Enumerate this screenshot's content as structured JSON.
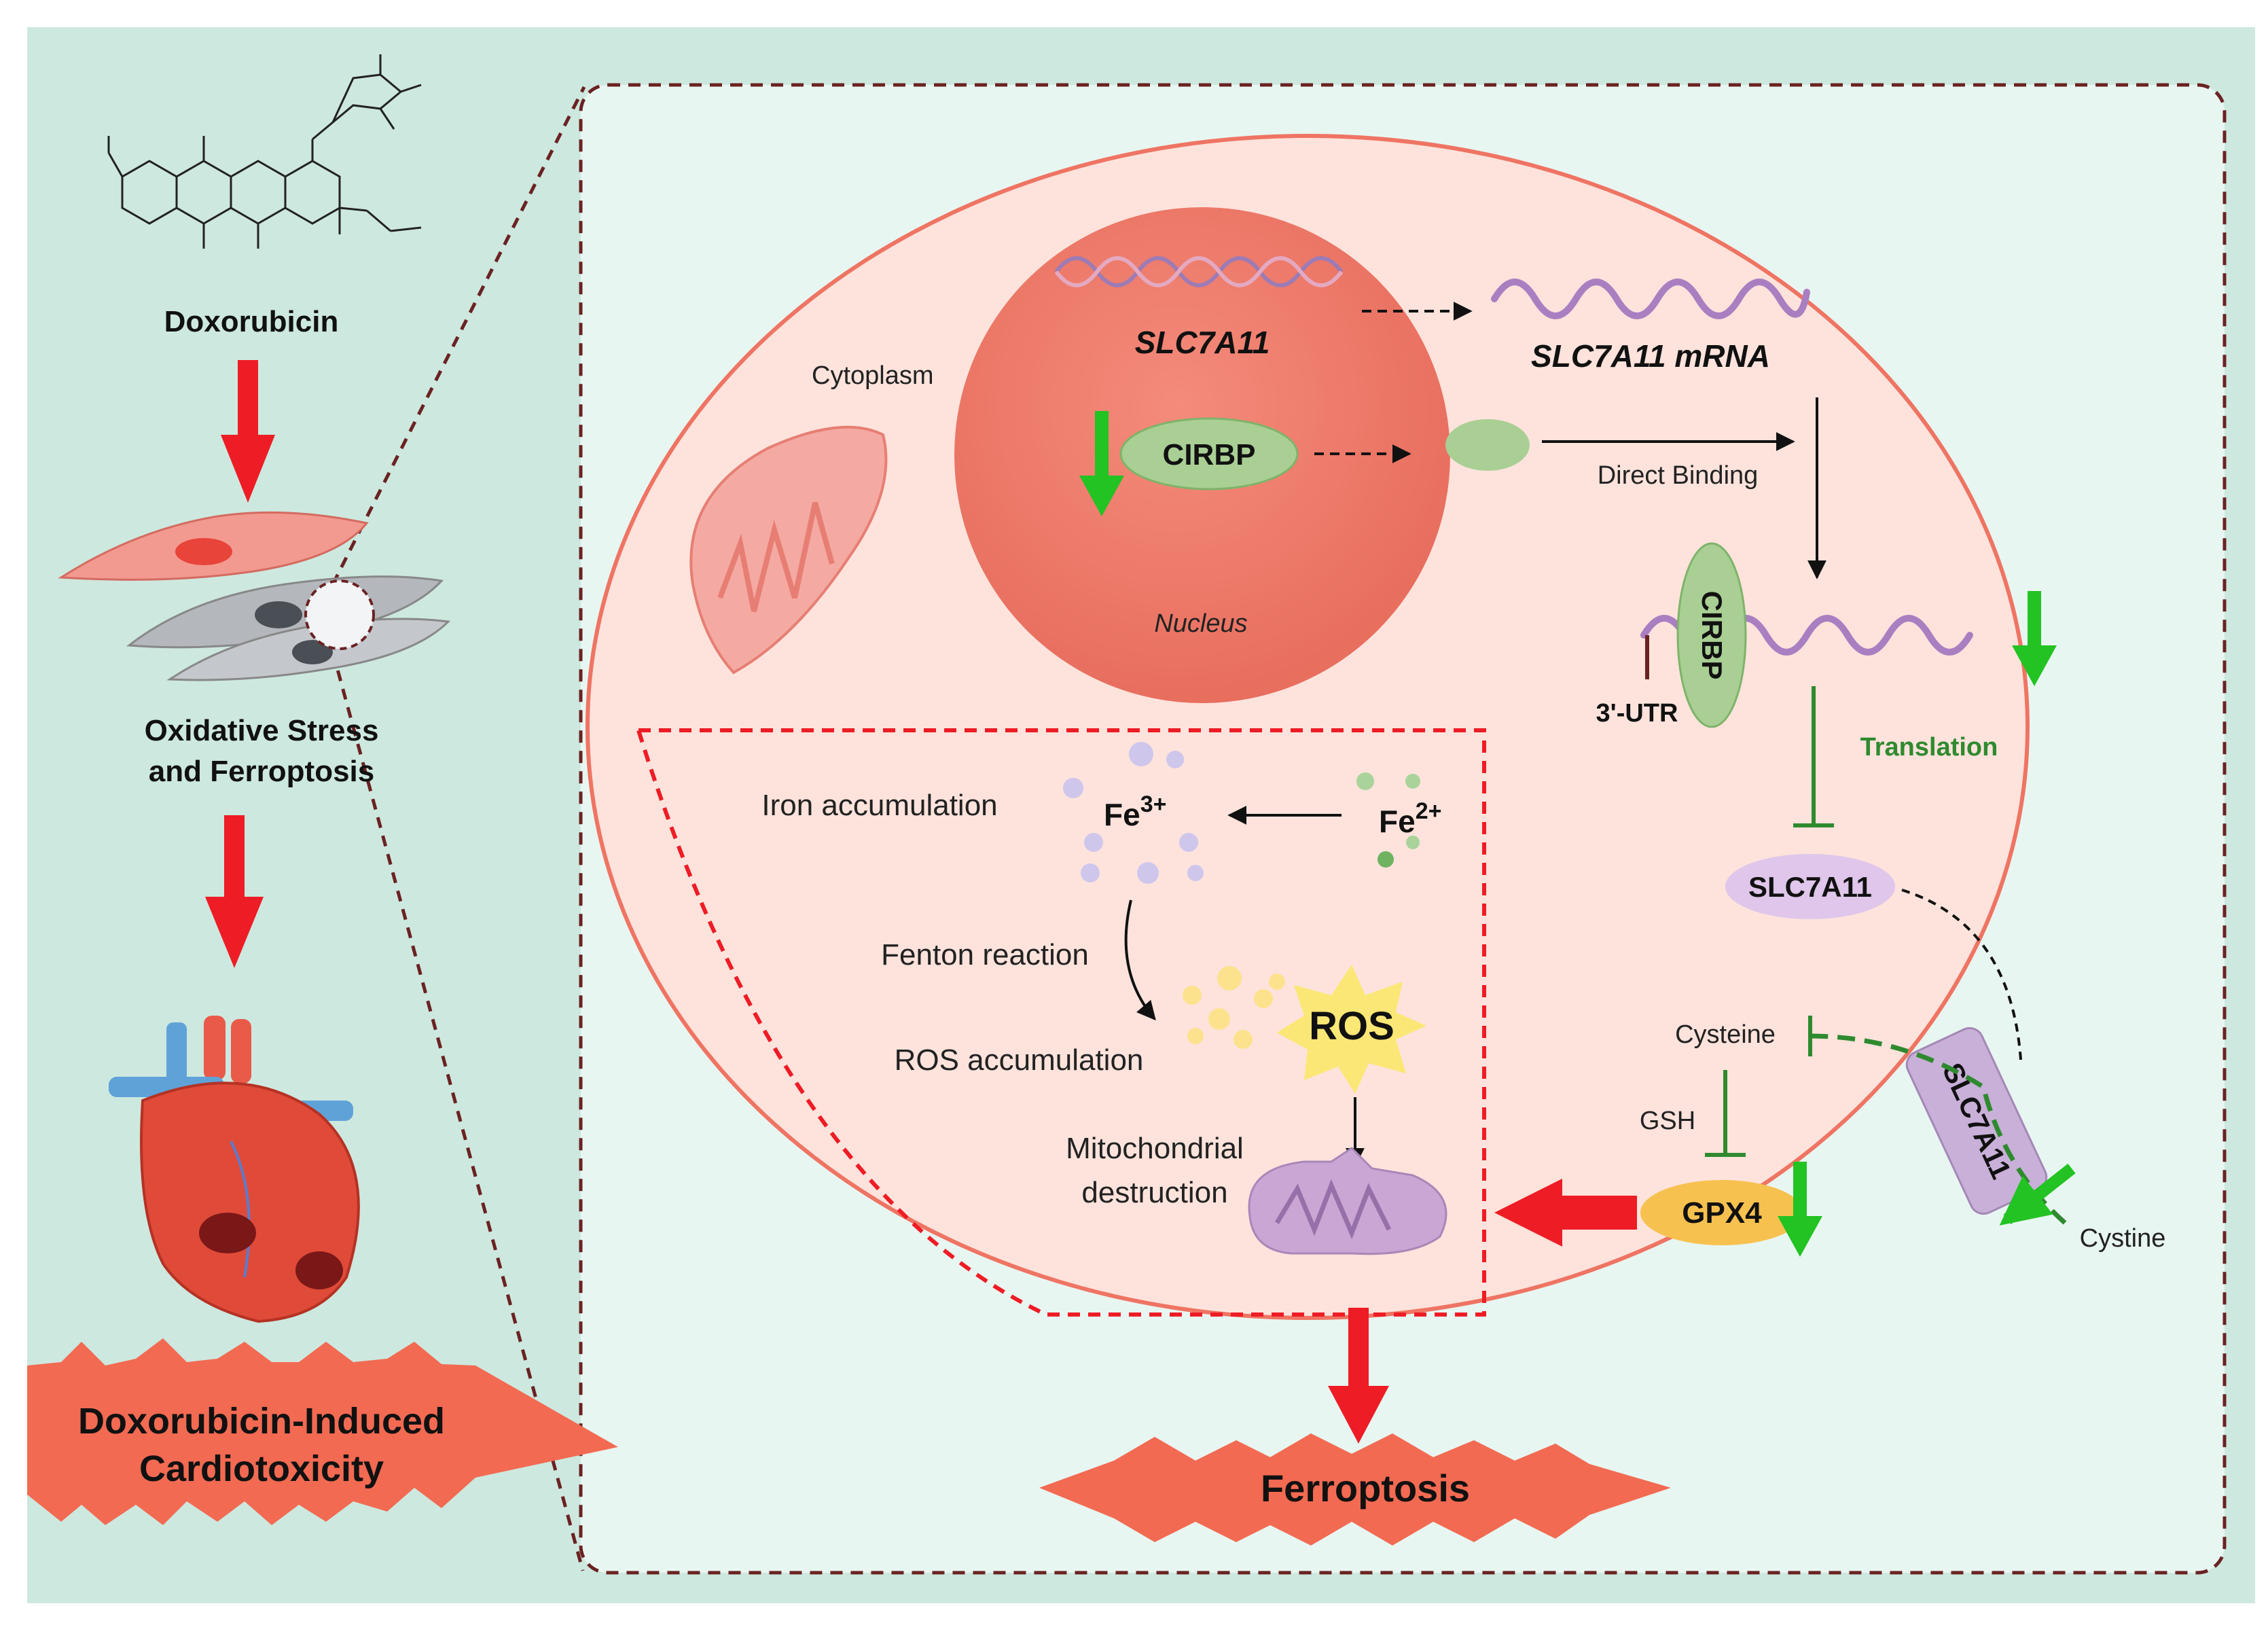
{
  "left_panel": {
    "drug_label": "Doxorubicin",
    "stress_line1": "Oxidative Stress",
    "stress_line2": "and Ferroptosis",
    "outcome_line1": "Doxorubicin-Induced",
    "outcome_line2": "Cardiotoxicity"
  },
  "cell": {
    "cytoplasm_label": "Cytoplasm",
    "nucleus_label": "Nucleus",
    "gene_label": "SLC7A11",
    "cirbp_nuclear_label": "CIRBP",
    "mrna_label": "SLC7A11 mRNA",
    "direct_binding_label": "Direct Binding",
    "cirbp_bound_label": "CIRBP",
    "utr_label": "3'-UTR",
    "translation_label": "Translation",
    "slc7a11_protein_label": "SLC7A11",
    "transporter_label": "SLC7A11",
    "cysteine_label": "Cysteine",
    "cystine_label": "Cystine",
    "gsh_label": "GSH",
    "gpx4_label": "GPX4"
  },
  "ferroptosis_box": {
    "iron_label": "Iron accumulation",
    "fe3_base": "Fe",
    "fe3_sup": "3+",
    "fe2_base": "Fe",
    "fe2_sup": "2+",
    "fenton_label": "Fenton reaction",
    "ros_accum_label": "ROS accumulation",
    "ros_label": "ROS",
    "mito_label_line1": "Mitochondrial",
    "mito_label_line2": "destruction"
  },
  "outcome_label": "Ferroptosis",
  "colors": {
    "background": "#cde8df",
    "cell_fill": "#fde3dc",
    "cell_border": "#ef7463",
    "nucleus": "#f08172",
    "inhibit_green": "#2f8a2f",
    "down_arrow_green": "#22c322",
    "red_arrow": "#ee1c25",
    "purple": "#b48ec6",
    "gpx4": "#f7c14f"
  }
}
